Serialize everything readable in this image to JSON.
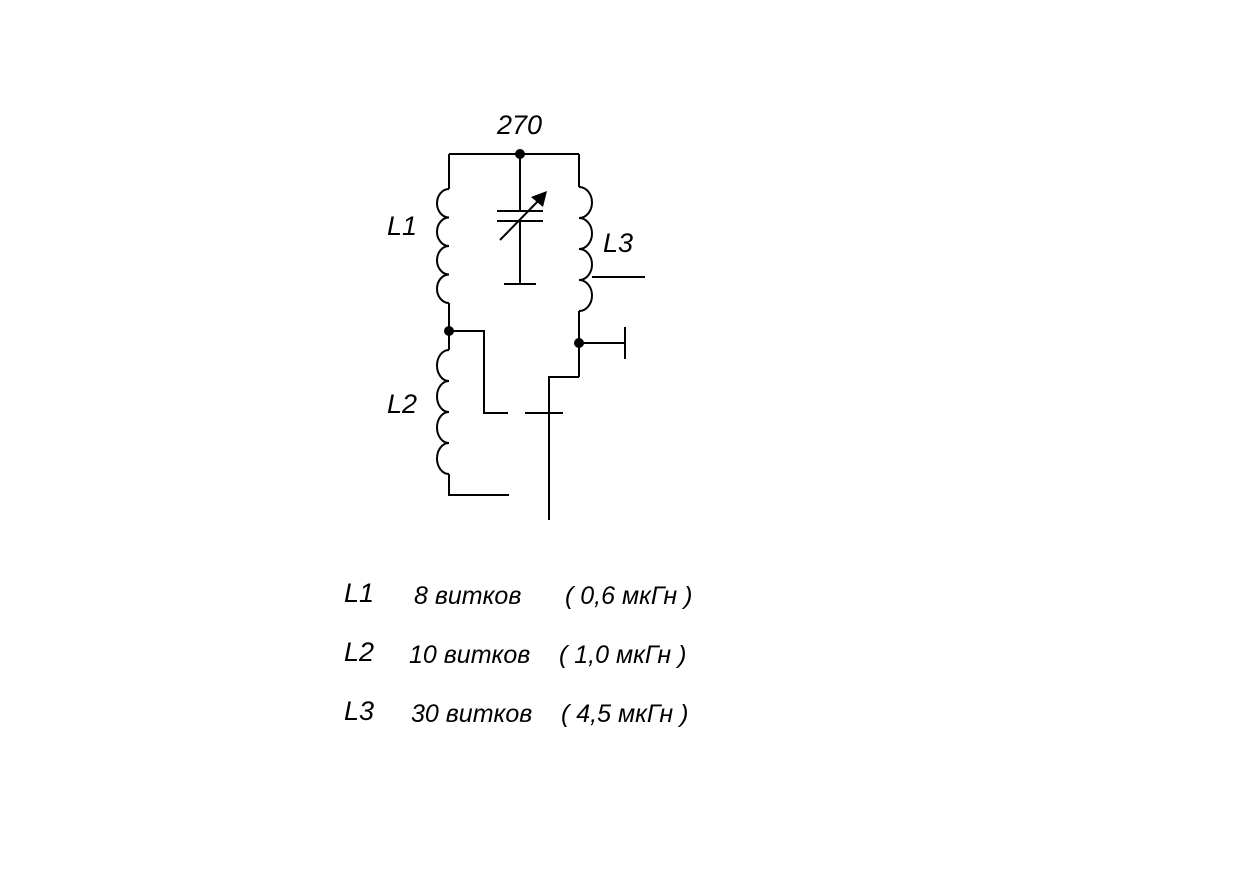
{
  "diagram": {
    "capacitor_value": "270",
    "inductors": [
      {
        "id": "L1"
      },
      {
        "id": "L2"
      },
      {
        "id": "L3"
      }
    ]
  },
  "legend": [
    {
      "name": "L1",
      "turns": "8 витков",
      "inductance": "( 0,6 мкГн )"
    },
    {
      "name": "L2",
      "turns": "10 витков",
      "inductance": "( 1,0 мкГн )"
    },
    {
      "name": "L3",
      "turns": "30 витков",
      "inductance": "( 4,5 мкГн )"
    }
  ]
}
